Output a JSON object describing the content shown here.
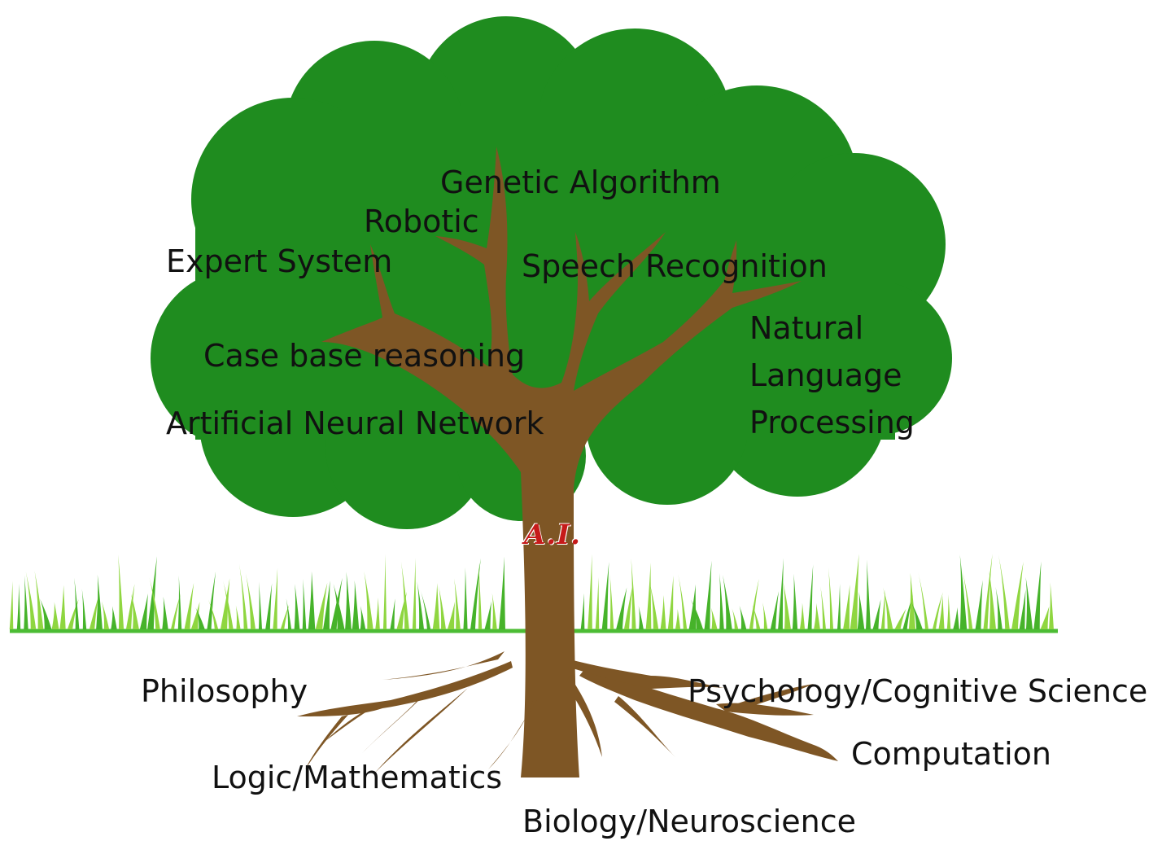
{
  "trunk_label": "A.I.",
  "branches": [
    {
      "id": "genetic_algorithm",
      "label": "Genetic Algorithm"
    },
    {
      "id": "robotic",
      "label": "Robotic"
    },
    {
      "id": "expert_system",
      "label": "Expert System"
    },
    {
      "id": "speech_recognition",
      "label": "Speech Recognition"
    },
    {
      "id": "case_base_reasoning",
      "label": "Case base reasoning"
    },
    {
      "id": "artificial_neural_network",
      "label": "Artificial Neural Network"
    },
    {
      "id": "natural_language_processing",
      "lines": [
        "Natural",
        "Language",
        "Processing"
      ]
    }
  ],
  "roots": [
    {
      "id": "philosophy",
      "label": "Philosophy"
    },
    {
      "id": "psychology",
      "label": "Psychology/Cognitive Science"
    },
    {
      "id": "computation",
      "label": "Computation"
    },
    {
      "id": "logic",
      "label": "Logic/Mathematics"
    },
    {
      "id": "biology",
      "label": "Biology/Neuroscience"
    }
  ],
  "colors": {
    "foliage": "#1f8c1f",
    "trunk": "#7e5625",
    "grass_light": "#8fd640",
    "grass_dark": "#46b32a",
    "ground_line": "#4cbc34",
    "ai_mark": "#c61a1a"
  }
}
